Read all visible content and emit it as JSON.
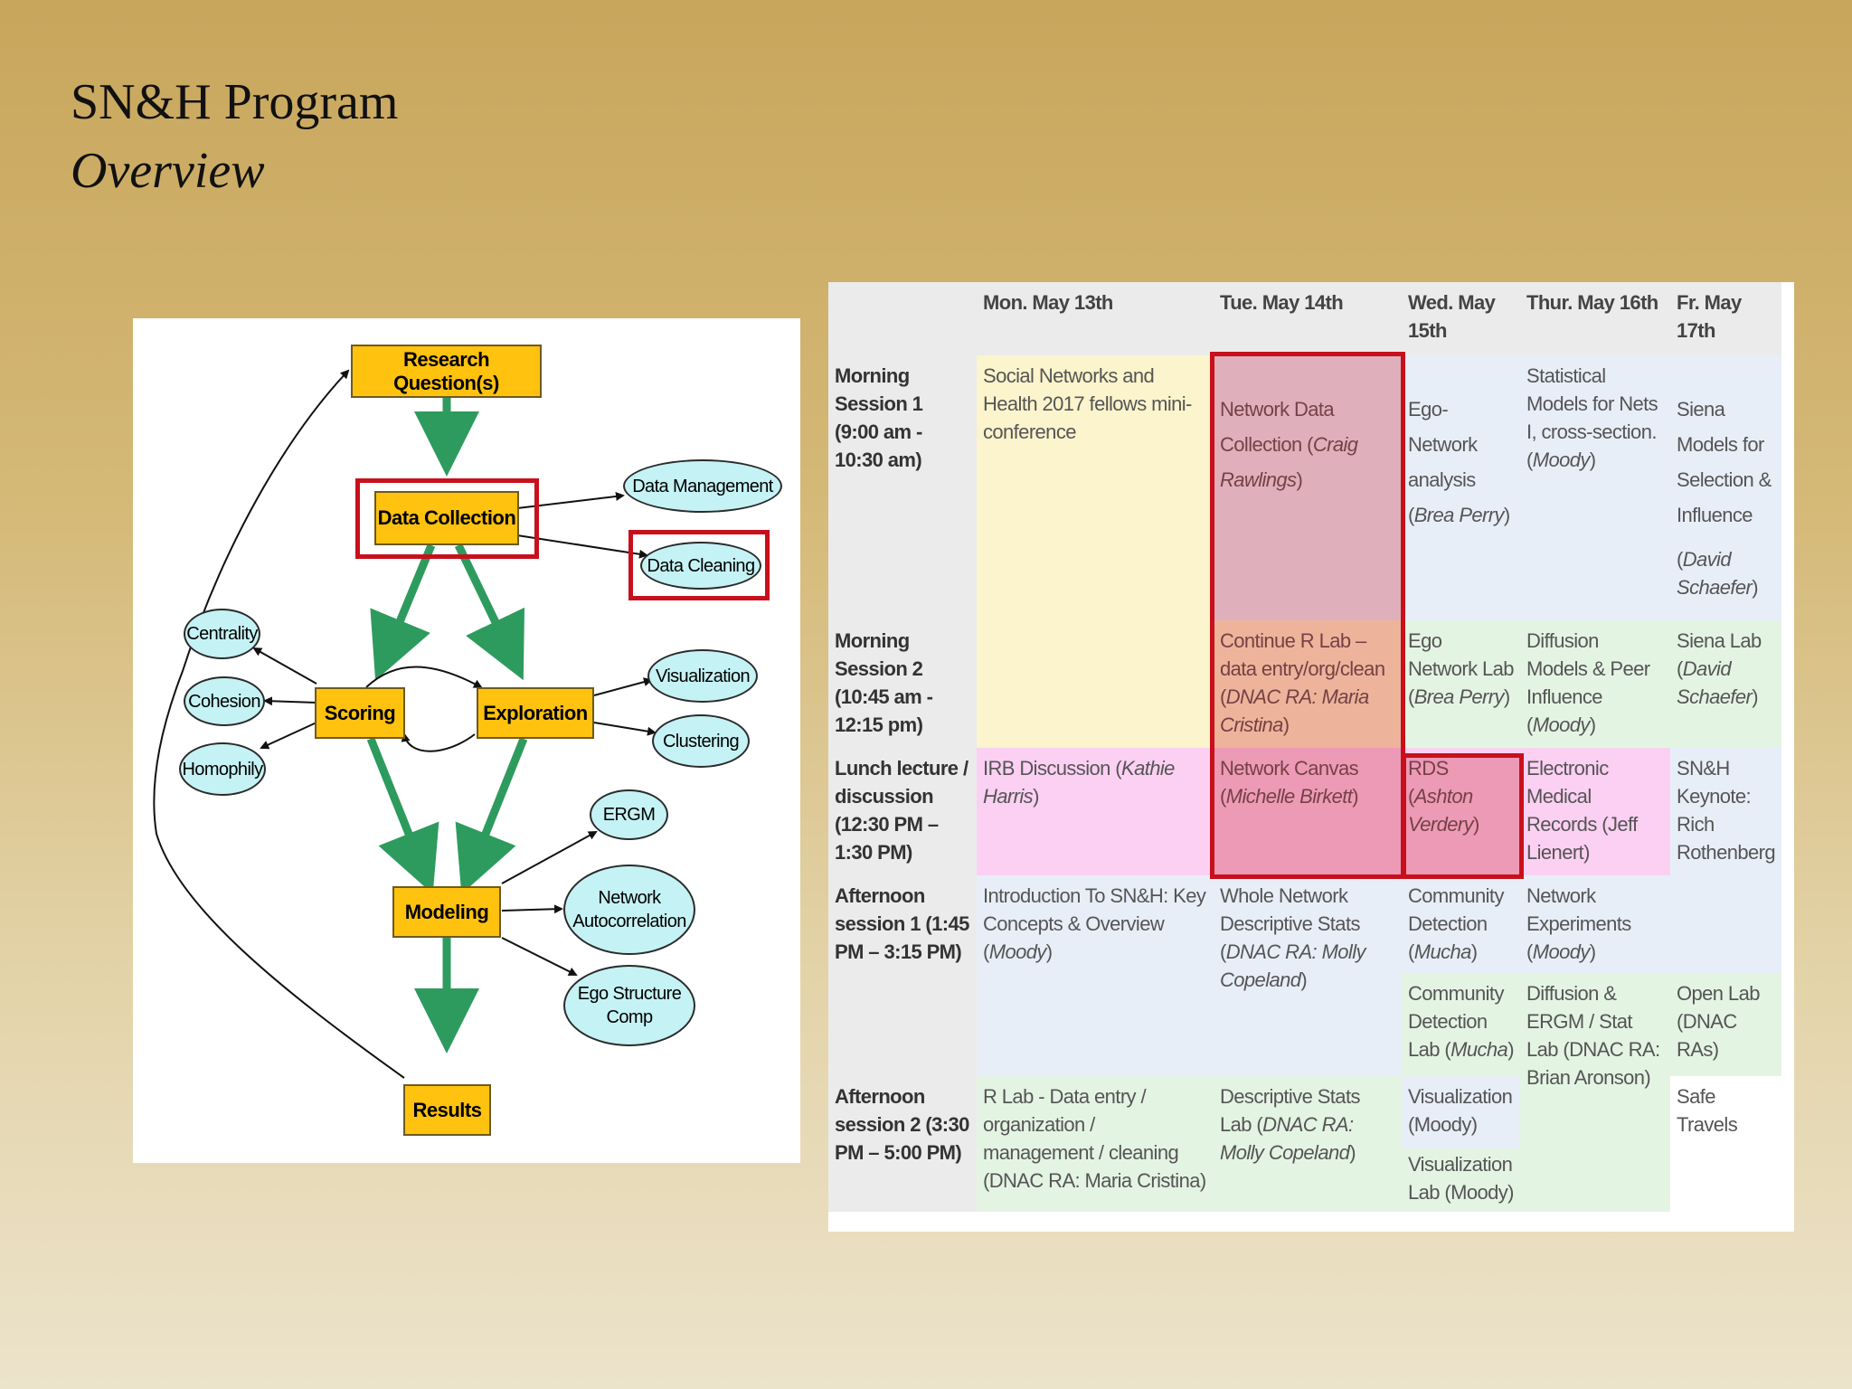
{
  "slide": {
    "title": "SN&H Program",
    "subtitle": "Overview"
  },
  "flowchart": {
    "research_question": "Research Question(s)",
    "data_collection": "Data Collection",
    "data_management": "Data Management",
    "data_cleaning": "Data Cleaning",
    "centrality": "Centrality",
    "cohesion": "Cohesion",
    "homophily": "Homophily",
    "scoring": "Scoring",
    "exploration": "Exploration",
    "visualization": "Visualization",
    "clustering": "Clustering",
    "ergm": "ERGM",
    "network_autocorrelation_1": "Network",
    "network_autocorrelation_2": "Autocorrelation",
    "ego_structure_1": "Ego Structure",
    "ego_structure_2": "Comp",
    "modeling": "Modeling",
    "results": "Results",
    "colors": {
      "box_fill": "#ffc20e",
      "ellipse_fill": "#c5f2f4",
      "arrow_green": "#2e9b5e",
      "highlight_red": "#c8101c"
    }
  },
  "schedule": {
    "headers": {
      "mon": "Mon. May 13th",
      "tue": "Tue. May 14th",
      "wed": "Wed. May 15th",
      "thu": "Thur. May 16th",
      "fri": "Fr. May 17th"
    },
    "rows": {
      "morning1": "Morning Session 1 (9:00 am - 10:30 am)",
      "morning2": "Morning Session 2 (10:45 am - 12:15 pm)",
      "lunch": "Lunch lecture / discussion (12:30 PM – 1:30 PM)",
      "afternoon1": "Afternoon session 1 (1:45 PM – 3:15 PM)",
      "afternoon2": "Afternoon session 2 (3:30 PM – 5:00 PM)"
    },
    "cells": {
      "mon_morning": "Social Networks and Health 2017 fellows mini-conference",
      "tue_m1_title": "Network Data Collection",
      "tue_m1_who": "Craig Rawlings",
      "wed_m1_title": "Ego-Network analysis",
      "wed_m1_who": "Brea Perry",
      "thu_m1_title": "Statistical Models for Nets I, cross-section.",
      "thu_m1_who": "Moody",
      "fri_m1_title": "Siena Models for Selection & Influence",
      "fri_m1_who": "David Schaefer",
      "tue_m2_title": "Continue R Lab – data entry/org/clean",
      "tue_m2_who": "DNAC RA:  Maria Cristina",
      "wed_m2_title": "Ego Network Lab",
      "wed_m2_who": "Brea Perry",
      "thu_m2_title": "Diffusion Models & Peer Influence",
      "thu_m2_who": "Moody",
      "fri_m2_title": "Siena Lab",
      "fri_m2_who": "David Schaefer",
      "mon_lunch_title": "IRB Discussion",
      "mon_lunch_who": "Kathie Harris",
      "tue_lunch_title": "Network Canvas",
      "tue_lunch_who": "Michelle Birkett",
      "wed_lunch_title": "RDS",
      "wed_lunch_who": "Ashton Verdery",
      "thu_lunch": "Electronic Medical Records (Jeff Lienert)",
      "fri_lunch": "SN&H Keynote: Rich Rothenberg",
      "mon_a1_title": "Introduction To SN&H: Key Concepts & Overview",
      "mon_a1_who": "Moody",
      "tue_a1_title": "Whole Network Descriptive Stats",
      "tue_a1_who": "DNAC RA:  Molly Copeland",
      "wed_a1_title": "Community Detection",
      "wed_a1_who": "Mucha",
      "thu_a1_title": "Network Experiments",
      "thu_a1_who": "Moody",
      "wed_a1b_title": "Community Detection Lab",
      "wed_a1b_who": "Mucha",
      "thu_a1b": "Diffusion & ERGM / Stat Lab (DNAC RA: Brian Aronson)",
      "fri_a1b": "Open Lab (DNAC RAs)",
      "mon_a2": "R Lab - Data entry / organization / management / cleaning (DNAC RA: Maria Cristina)",
      "tue_a2_title": "Descriptive Stats Lab",
      "tue_a2_who": "DNAC RA: Molly Copeland",
      "wed_a2": "Visualization (Moody)",
      "wed_a2b": "Visualization Lab (Moody)",
      "fri_a2": "Safe Travels"
    }
  }
}
